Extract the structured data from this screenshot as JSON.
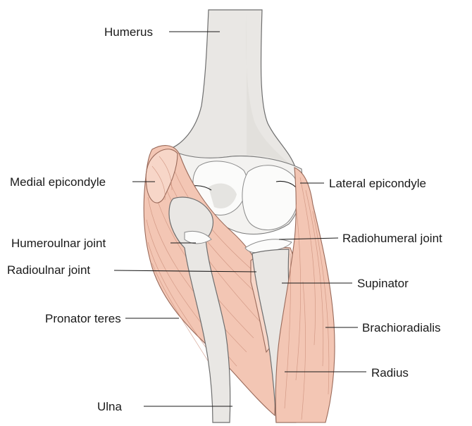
{
  "labels": {
    "humerus": "Humerus",
    "medial_epicondyle": "Medial epicondyle",
    "lateral_epicondyle": "Lateral epicondyle",
    "humeroulnar_joint": "Humeroulnar joint",
    "radiohumeral_joint": "Radiohumeral joint",
    "radioulnar_joint": "Radioulnar joint",
    "supinator": "Supinator",
    "pronator_teres": "Pronator teres",
    "brachioradialis": "Brachioradialis",
    "radius": "Radius",
    "ulna": "Ulna"
  },
  "colors": {
    "bone": "#e9e7e4",
    "muscle": "#f3c6b4",
    "text": "#1a1a1a"
  }
}
